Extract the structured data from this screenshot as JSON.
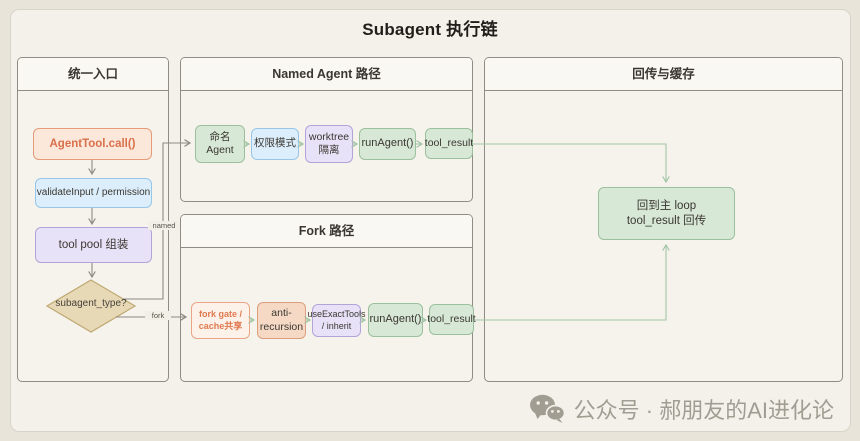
{
  "title": "Subagent 执行链",
  "entry_panel": {
    "title": "统一入口",
    "agent_tool_call": "AgentTool.call()",
    "validate": "validateInput / permission",
    "tool_pool": "tool pool 组装",
    "decision": "subagent_type?",
    "branch_named": "named",
    "branch_fork": "fork"
  },
  "named_panel": {
    "title": "Named Agent 路径",
    "steps": {
      "named_agent": "命名\nAgent",
      "perm_mode": "权限模式",
      "worktree": "worktree\n隔离",
      "run_agent": "runAgent()",
      "tool_result": "tool_result"
    }
  },
  "fork_panel": {
    "title": "Fork 路径",
    "steps": {
      "fork_gate": "fork gate /\ncache共享",
      "anti_recursion": "anti-\nrecursion",
      "use_exact_tools": "useExactTools\n/ inherit",
      "run_agent": "runAgent()",
      "tool_result": "tool_result"
    }
  },
  "return_panel": {
    "title": "回传与缓存",
    "loop_node": "回到主 loop\ntool_result 回传"
  },
  "watermark": {
    "icon": "wechat-icon",
    "text": "公众号 · 郝朋友的AI进化论"
  },
  "colors": {
    "node_green": "#d8e8d7",
    "node_blue": "#dceefb",
    "node_purple": "#e7e2f7",
    "node_salmon": "#fce8db",
    "diamond_tan": "#e7d8b6",
    "arrow_gray": "#8d8a82",
    "arrow_green": "#a2c5a6"
  }
}
